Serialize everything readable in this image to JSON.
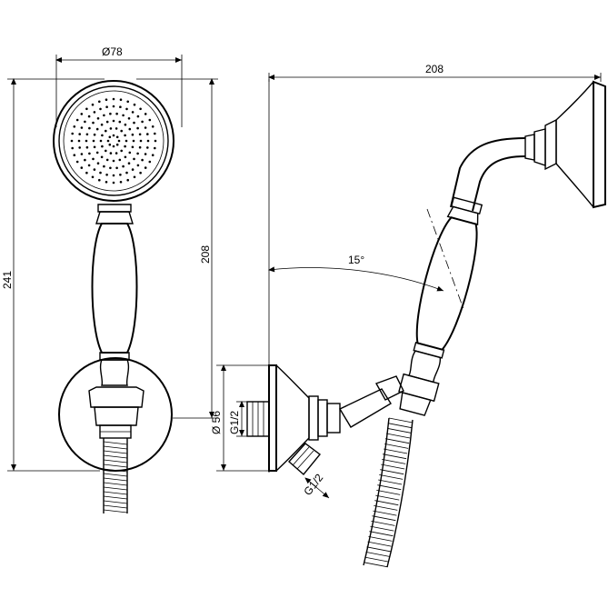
{
  "dimensions": {
    "head_diameter": "Ø78",
    "overall_height": "241",
    "handle_height": "208",
    "overall_depth": "208",
    "tilt_angle": "15°",
    "base_diameter": "Ø 56",
    "inlet_thread": "G1/2",
    "outlet_thread": "G1/2"
  }
}
